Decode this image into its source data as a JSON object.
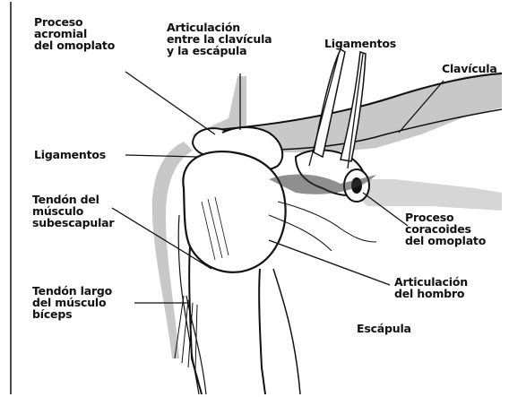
{
  "diagram": {
    "colors": {
      "ink": "#111111",
      "shadow": "#c8c8c8",
      "background": "#ffffff"
    },
    "labels": {
      "proceso_acromial": "Proceso\nacromial\ndel omoplato",
      "articulacion_clavicula": "Articulación\nentre la clavícula\ny la escápula",
      "ligamentos_top": "Ligamentos",
      "clavicula": "Clavícula",
      "ligamentos_left": "Ligamentos",
      "tendon_subescapular": "Tendón del\nmúsculo\nsubescapular",
      "proceso_coracoides": "Proceso\ncoracoides\ndel omoplato",
      "articulacion_hombro": "Articulación\ndel hombro",
      "tendon_biceps": "Tendón largo\ndel músculo\nbíceps",
      "escapula": "Escápula"
    }
  }
}
